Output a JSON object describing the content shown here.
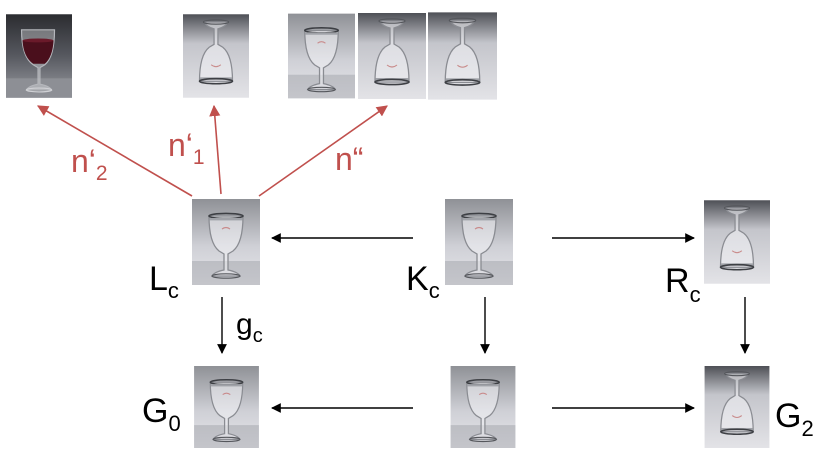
{
  "diagram": {
    "labels": {
      "l": {
        "main": "L",
        "sub": "c"
      },
      "k": {
        "main": "K",
        "sub": "c"
      },
      "r": {
        "main": "R",
        "sub": "c"
      },
      "g0": {
        "main": "G",
        "sub": "0"
      },
      "g2": {
        "main": "G",
        "sub": "2"
      },
      "gc": {
        "main": "g",
        "sub": "c"
      },
      "n2": {
        "main": "n‘",
        "sub": "2"
      },
      "n1": {
        "main": "n‘",
        "sub": "1"
      },
      "nq": {
        "main": "n“",
        "sub": ""
      }
    },
    "colors": {
      "arrow": "#000000",
      "match_arrow": "#c0504d",
      "wine": "#4a0f1c",
      "glass_bg_light": "#d9d9df",
      "glass_bg_dark": "#6c6e74"
    },
    "images": {
      "top_wine_glass": "glass-with-red-wine",
      "top_inverted_glass": "glass-upside-down",
      "top_triple": [
        "glass-upright",
        "glass-upside-down",
        "glass-upside-down"
      ],
      "L": "glass-upright",
      "K": "glass-upright",
      "R": "glass-upside-down",
      "G0": "glass-upright",
      "G1_middle": "glass-upright",
      "G2": "glass-upside-down"
    }
  }
}
